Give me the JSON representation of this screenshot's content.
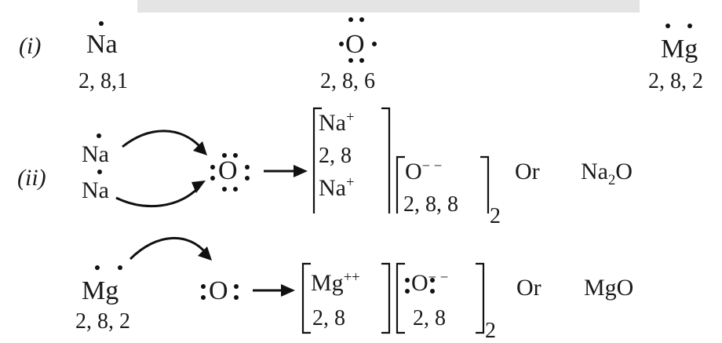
{
  "part_i": {
    "label": "(i)",
    "na": {
      "symbol": "Na",
      "config": "2, 8,1"
    },
    "o": {
      "symbol": "O",
      "config": "2, 8, 6"
    },
    "mg": {
      "symbol": "Mg",
      "config": "2, 8, 2"
    }
  },
  "part_ii": {
    "label": "(ii)",
    "na_top": "Na",
    "na_bottom": "Na",
    "oxygen": "O",
    "product": {
      "na1_ion": "Na",
      "na1_charge": "+",
      "na1_config": "2, 8",
      "na2_ion": "Na",
      "na2_charge": "+",
      "o_ion": "O",
      "o_charge": "− −",
      "o_config": "2, 8, 8",
      "subscript": "2"
    },
    "or": "Or",
    "formula_main": "Na",
    "formula_sub": "2",
    "formula_end": "O"
  },
  "part_iii": {
    "mg": {
      "symbol": "Mg",
      "config": "2, 8, 2"
    },
    "oxygen": "O",
    "product": {
      "mg_ion": "Mg",
      "mg_charge": "++",
      "mg_config": "2, 8",
      "o_ion": "O",
      "o_charge": "− −",
      "o_config": "2, 8",
      "subscript": "2"
    },
    "or": "Or",
    "formula": "MgO"
  }
}
